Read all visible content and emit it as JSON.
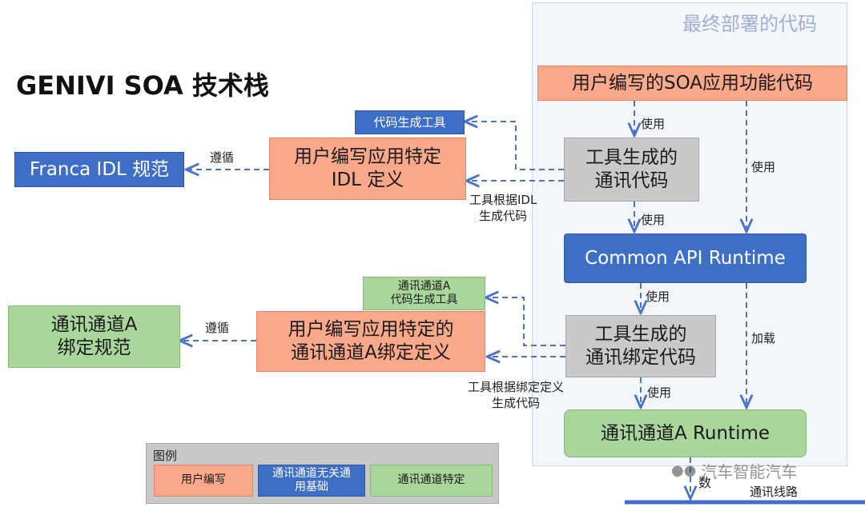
{
  "title": "GENIVI SOA 技术栈",
  "deploy_region": {
    "label": "最终部署的代码"
  },
  "nodes": {
    "soa_app": "用户编写的SOA应用功能代码",
    "gen_comm_code_l1": "工具生成的",
    "gen_comm_code_l2": "通讯代码",
    "common_api": "Common API Runtime",
    "gen_bind_code_l1": "工具生成的",
    "gen_bind_code_l2": "通讯绑定代码",
    "channel_runtime": "通讯通道A Runtime",
    "idl_def_l1": "用户编写应用特定",
    "idl_def_l2": "IDL 定义",
    "franca": "Franca IDL 规范",
    "codegen_tool": "代码生成工具",
    "bind_def_l1": "用户编写应用特定的",
    "bind_def_l2": "通讯通道A绑定定义",
    "bind_spec_l1": "通讯通道A",
    "bind_spec_l2": "绑定规范",
    "channel_tool_l1": "通讯通道A",
    "channel_tool_l2": "代码生成工具"
  },
  "edge_labels": {
    "use1": "使用",
    "use2": "使用",
    "use3": "使用",
    "use4": "使用",
    "use5": "使用",
    "load": "加载",
    "follow1": "遵循",
    "follow2": "遵循",
    "idl_gen_l1": "工具根据IDL",
    "idl_gen_l2": "生成代码",
    "bind_gen_l1": "工具根据绑定定义",
    "bind_gen_l2": "生成代码",
    "data_fragment": "数",
    "comm_line": "通讯线路"
  },
  "legend": {
    "title": "图例",
    "user_written": "用户编写",
    "channel_independent_l1": "通讯通道无关通",
    "channel_independent_l2": "用基础",
    "channel_specific": "通讯通道特定"
  },
  "watermark": "汽车智能汽车",
  "colors": {
    "orange": "#f9a98a",
    "blue": "#3e6fc6",
    "green": "#a9d69a",
    "grey": "#c9c9c9",
    "arrow": "#4a74c8"
  }
}
